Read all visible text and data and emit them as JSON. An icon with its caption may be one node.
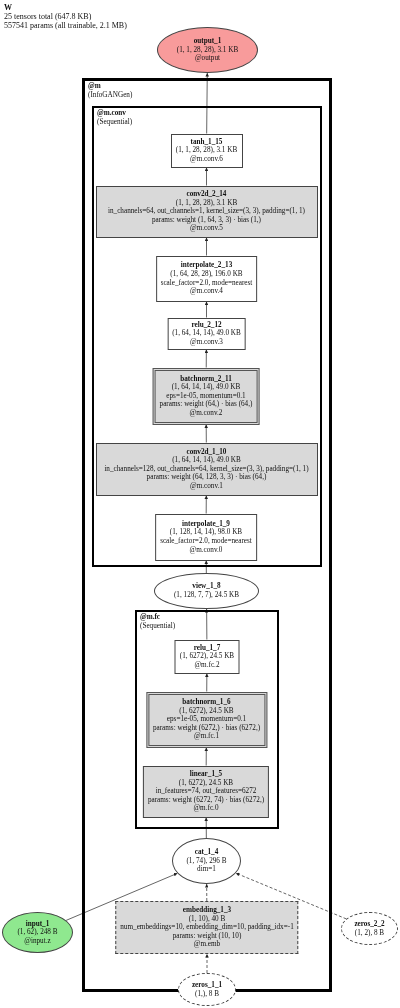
{
  "diagram": {
    "title": "W",
    "labels": [
      "25 tensors total (647.8 KB)",
      "557541 params (all trainable, 2.1 MB)"
    ],
    "nodes": [
      {
        "text": [
          "output_1",
          "(1, 1, 28, 28), 3.1 KB",
          "@output"
        ]
      },
      {
        "text": [
          "@m",
          "(InfoGANGen)"
        ]
      },
      {
        "text": [
          "@m.conv",
          "(Sequential)"
        ],
        "in": 1
      },
      {
        "text": [
          "tanh_1_15",
          "(1, 1, 28, 28), 3.1 KB",
          "@m.conv.6"
        ],
        "in": 2
      },
      {
        "text": [
          "conv2d_2_14",
          "(1, 1, 28, 28), 3.1 KB",
          "in_channels=64, out_channels=1, kernel_size=(3, 3), padding=(1, 1)",
          "params: weight (1, 64, 3, 3) · bias (1,)",
          "@m.conv.5"
        ],
        "in": 2
      },
      {
        "text": [
          "interpolate_2_13",
          "(1, 64, 28, 28), 196.0 KB",
          "scale_factor=2.0, mode=nearest",
          "@m.conv.4"
        ],
        "in": 2
      },
      {
        "text": [
          "relu_2_12",
          "(1, 64, 14, 14), 49.0 KB",
          "@m.conv.3"
        ],
        "in": 2
      },
      {
        "text": [
          "batchnorm_2_11",
          "(1, 64, 14, 14), 49.0 KB",
          "eps=1e-05, momentum=0.1",
          "params: weight (64,) · bias (64,)",
          "@m.conv.2"
        ],
        "in": 2
      },
      {
        "text": [
          "conv2d_1_10",
          "(1, 64, 14, 14), 49.0 KB",
          "in_channels=128, out_channels=64, kernel_size=(3, 3), padding=(1, 1)",
          "params: weight (64, 128, 3, 3) · bias (64,)",
          "@m.conv.1"
        ],
        "in": 2
      },
      {
        "text": [
          "interpolate_1_9",
          "(1, 128, 14, 14), 98.0 KB",
          "scale_factor=2.0, mode=nearest",
          "@m.conv.0"
        ],
        "in": 2
      },
      {
        "text": [
          "view_1_8",
          "(1, 128, 7, 7), 24.5 KB"
        ],
        "in": 1
      },
      {
        "text": [
          "@m.fc",
          "(Sequential)"
        ],
        "in": 1
      },
      {
        "text": [
          "relu_1_7",
          "(1, 6272), 24.5 KB",
          "@m.fc.2"
        ],
        "in": 11
      },
      {
        "text": [
          "batchnorm_1_6",
          "(1, 6272), 24.5 KB",
          "eps=1e-05, momentum=0.1",
          "params: weight (6272,) · bias (6272,)",
          "@m.fc.1"
        ],
        "in": 11
      },
      {
        "text": [
          "linear_1_5",
          "(1, 6272), 24.5 KB",
          "in_features=74, out_features=6272",
          "params: weight (6272, 74) · bias (6272,)",
          "@m.fc.0"
        ],
        "in": 11
      },
      {
        "text": [
          "cat_1_4",
          "(1, 74), 296 B",
          "dim=1"
        ],
        "in": 1
      },
      {
        "text": [
          "input_1",
          "(1, 62), 248 B",
          "@input.z"
        ]
      },
      {
        "text": [
          "embedding_1_3",
          "(1, 10), 40 B",
          "num_embeddings=10, embedding_dim=10, padding_idx=-1",
          "params: weight (10, 10)",
          "@m.emb"
        ],
        "in": 1
      },
      {
        "text": [
          "zeros_2_2",
          "(1, 2), 8 B"
        ]
      },
      {
        "text": [
          "zeros_1_1",
          "(1,), 8 B"
        ]
      }
    ],
    "edges": [
      {
        "from": 3,
        "to": 0,
        "arrow": "to"
      },
      {
        "from": 4,
        "to": 3,
        "arrow": "to"
      },
      {
        "from": 5,
        "to": 4,
        "arrow": "to"
      },
      {
        "from": 6,
        "to": 5,
        "arrow": "to"
      },
      {
        "from": 7,
        "to": 6,
        "arrow": "to"
      },
      {
        "from": 8,
        "to": 7,
        "arrow": "to"
      },
      {
        "from": 9,
        "to": 8,
        "arrow": "to"
      },
      {
        "from": 10,
        "to": 9,
        "arrow": "to"
      },
      {
        "from": 12,
        "to": 10,
        "arrow": "to"
      },
      {
        "from": 13,
        "to": 12,
        "arrow": "to"
      },
      {
        "from": 14,
        "to": 13,
        "arrow": "to"
      },
      {
        "from": 15,
        "to": 14,
        "arrow": "to"
      },
      {
        "from": 16,
        "to": 15,
        "arrow": "to"
      },
      {
        "from": 17,
        "to": 15,
        "arrow": "to",
        "style": "dashed"
      },
      {
        "from": 18,
        "to": 15,
        "arrow": "to",
        "style": "dashed"
      },
      {
        "from": 19,
        "to": 17,
        "arrow": "to",
        "style": "dashed"
      }
    ]
  }
}
